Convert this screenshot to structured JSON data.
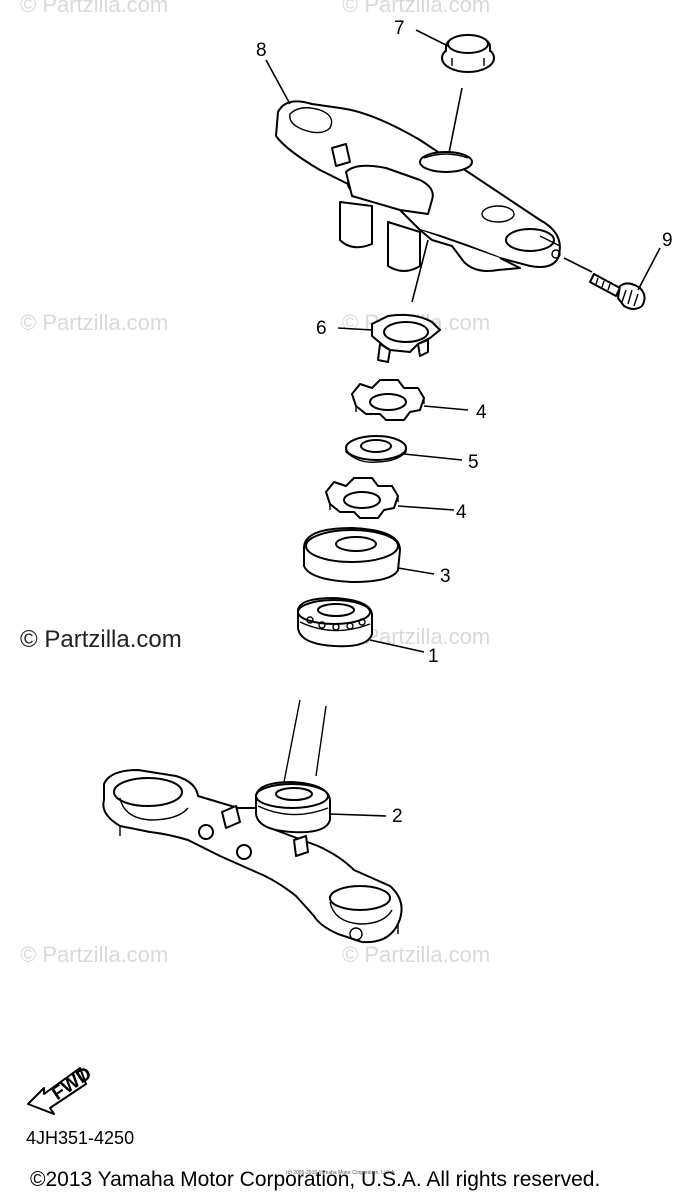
{
  "watermarks": {
    "text": "© Partzilla.com",
    "visible_text": "© Partzilla.com"
  },
  "callouts": {
    "c1": "1",
    "c2": "2",
    "c3": "3",
    "c4a": "4",
    "c4b": "4",
    "c5": "5",
    "c6": "6",
    "c7": "7",
    "c8": "8",
    "c9": "9"
  },
  "fwd_label": "FWD",
  "diagram_code": "4JH351-4250",
  "copyright": "©2013 Yamaha Motor Corporation, U.S.A. All rights reserved.",
  "fine_print": "(c) 2005-2016 Yamaha Motor Corporation, U.S.A.",
  "colors": {
    "line": "#000000",
    "watermark": "#d9d9d9",
    "background": "#ffffff"
  }
}
